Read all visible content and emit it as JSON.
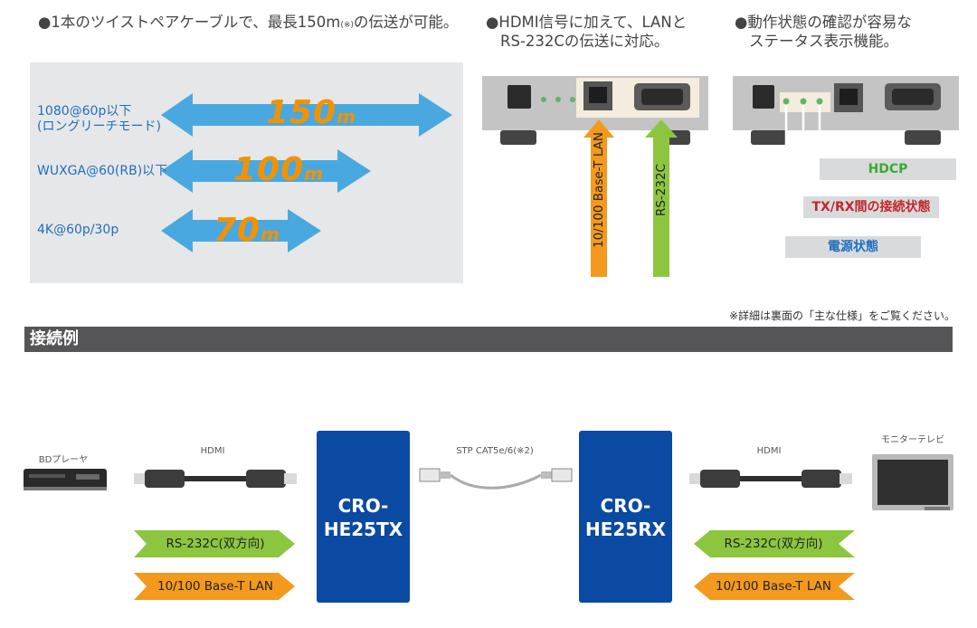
{
  "features": {
    "f1": {
      "bullet": "●",
      "text_a": "1本のツイストペアケーブルで、最長150m",
      "text_note": "(※)",
      "text_b": "の伝送が可能。"
    },
    "f2": {
      "bullet": "●",
      "line1": "HDMI信号に加えて、LANと",
      "line2": "RS-232Cの伝送に対応。"
    },
    "f3": {
      "bullet": "●",
      "line1": "動作状態の確認が容易な",
      "line2": "ステータス表示機能。"
    }
  },
  "distance": {
    "rows": [
      {
        "label_line1": "1080@60p以下",
        "label_line2": "(ロングリーチモード)",
        "value": "150",
        "unit": "m"
      },
      {
        "label_line1": "WUXGA@60(RB)以下",
        "label_line2": "",
        "value": "100",
        "unit": "m"
      },
      {
        "label_line1": "4K@60p/30p",
        "label_line2": "",
        "value": "70",
        "unit": "m"
      }
    ]
  },
  "ports": {
    "lan": "10/100 Base-T LAN",
    "rs232c": "RS-232C"
  },
  "status": {
    "hdcp": "HDCP",
    "txrx": "TX/RX間の接続状態",
    "power": "電源状態"
  },
  "colors": {
    "hdcp": "#3aaa35",
    "txrx": "#c1272d",
    "power": "#1f6fbf",
    "arrow_blue": "#4aa8e0",
    "arrow_orange": "#f39a1e",
    "arrow_green": "#8cc63f",
    "unit_blue": "#0b4aa2"
  },
  "footnote": "※詳細は裏面の「主な仕様」をご覧ください。",
  "section": {
    "title": "接続例"
  },
  "example": {
    "source": "BDプレーヤ",
    "display": "モニターテレビ",
    "hdmi_left": "HDMI",
    "hdmi_right": "HDMI",
    "cable": "STP CAT5e/6(※2)",
    "tx_line1": "CRO-",
    "tx_line2": "HE25TX",
    "rx_line1": "CRO-",
    "rx_line2": "HE25RX",
    "rs232c_left": "RS-232C(双方向)",
    "lan_left": "10/100 Base-T LAN",
    "rs232c_right": "RS-232C(双方向)",
    "lan_right": "10/100 Base-T LAN"
  }
}
